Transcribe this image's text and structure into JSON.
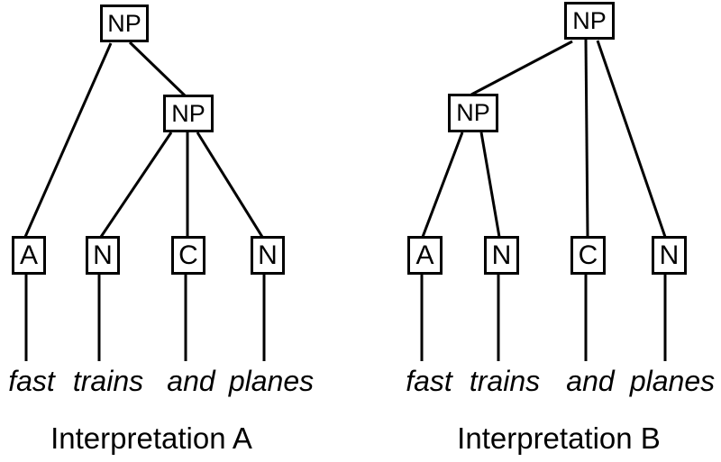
{
  "figure": {
    "background_color": "#ffffff",
    "line_color": "#000000",
    "sentence": "fast trains and planes"
  },
  "trees": [
    {
      "caption": "Interpretation A",
      "nodes": {
        "root": "NP",
        "inner": "NP",
        "leaf1": "A",
        "leaf2": "N",
        "leaf3": "C",
        "leaf4": "N"
      },
      "words": [
        "fast",
        "trains",
        "and",
        "planes"
      ],
      "edges": [
        "root->leaf1(A)",
        "root->inner(NP)",
        "inner->leaf2(N)",
        "inner->leaf3(C)",
        "inner->leaf4(N)",
        "leaf1(A)->fast",
        "leaf2(N)->trains",
        "leaf3(C)->and",
        "leaf4(N)->planes"
      ]
    },
    {
      "caption": "Interpretation B",
      "nodes": {
        "root": "NP",
        "inner": "NP",
        "leaf1": "A",
        "leaf2": "N",
        "leaf3": "C",
        "leaf4": "N"
      },
      "words": [
        "fast",
        "trains",
        "and",
        "planes"
      ],
      "edges": [
        "root->inner(NP)",
        "root->leaf3(C)",
        "root->leaf4(N)",
        "inner->leaf1(A)",
        "inner->leaf2(N)",
        "leaf1(A)->fast",
        "leaf2(N)->trains",
        "leaf3(C)->and",
        "leaf4(N)->planes"
      ]
    }
  ]
}
